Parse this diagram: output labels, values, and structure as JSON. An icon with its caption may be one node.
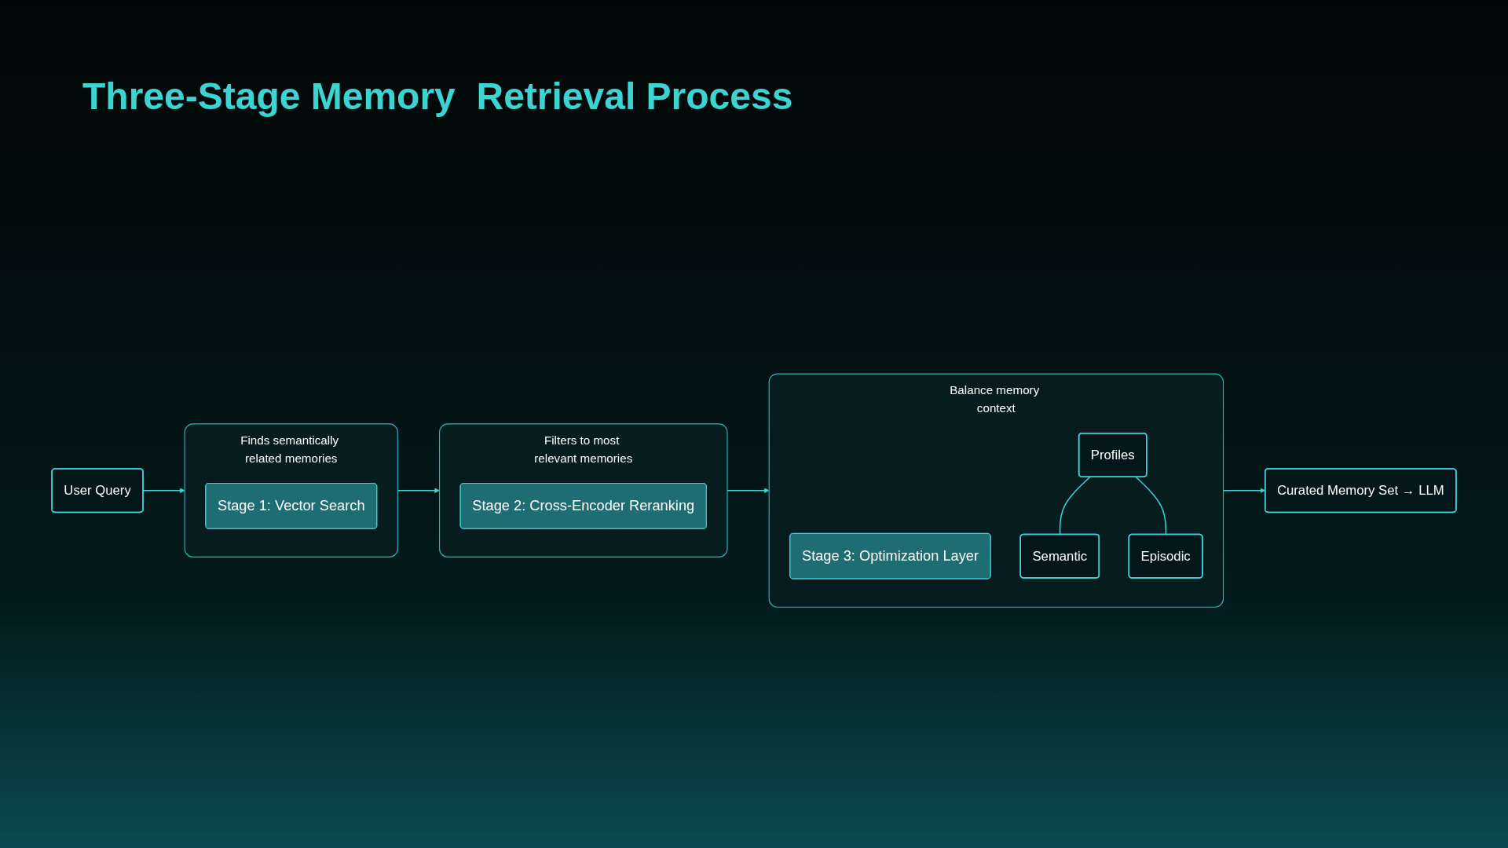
{
  "diagram": {
    "title": "Three-Stage Memory  Retrieval Process",
    "nodes": [
      {
        "text": [
          "User Query"
        ]
      },
      {
        "text": [
          "Finds semantically related memories"
        ]
      },
      {
        "text": [
          "Stage 1: Vector Search"
        ],
        "in": 1
      },
      {
        "text": [
          "Filters to most relevant memories"
        ]
      },
      {
        "text": [
          "Stage 2: Cross-Encoder Reranking"
        ],
        "in": 3
      },
      {
        "text": [
          "Balance memory context"
        ]
      },
      {
        "text": [
          "Stage 3: Optimization Layer"
        ],
        "in": 5
      },
      {
        "text": [
          "Profiles"
        ],
        "in": 5
      },
      {
        "text": [
          "Semantic"
        ],
        "in": 5
      },
      {
        "text": [
          "Episodic"
        ],
        "in": 5
      },
      {
        "text": [
          "Curated Memory Set → LLM"
        ]
      }
    ],
    "edges": [
      {
        "from": 0,
        "to": 1,
        "arrow": "to"
      },
      {
        "from": 1,
        "to": 3,
        "arrow": "to"
      },
      {
        "from": 3,
        "to": 5,
        "arrow": "to"
      },
      {
        "from": 7,
        "to": 8,
        "arrow": "none"
      },
      {
        "from": 7,
        "to": 9,
        "arrow": "none"
      },
      {
        "from": 5,
        "to": 10,
        "arrow": "to"
      }
    ]
  }
}
